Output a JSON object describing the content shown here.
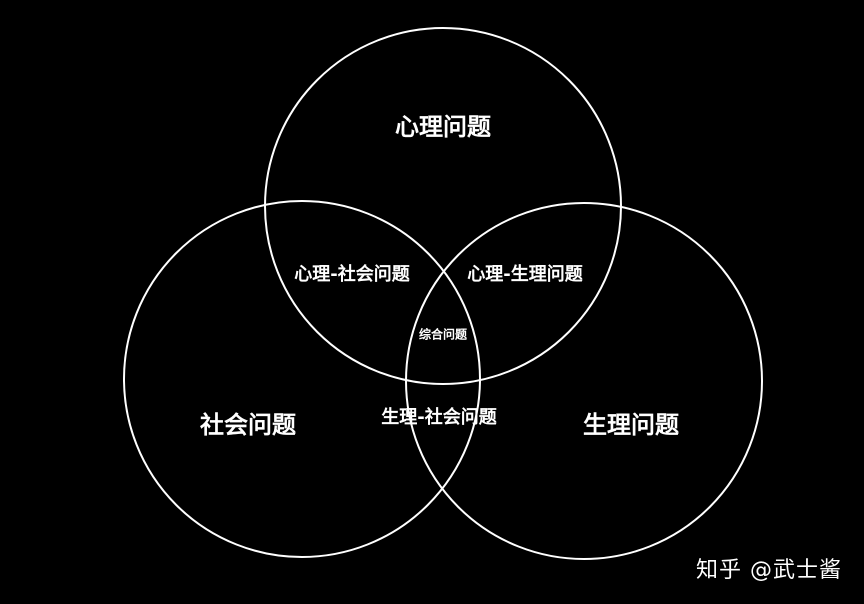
{
  "diagram": {
    "sets": {
      "psychological": "心理问题",
      "social": "社会问题",
      "physiological": "生理问题"
    },
    "overlaps": {
      "psych_social": "心理-社会问题",
      "psych_physio": "心理-生理问题",
      "physio_social": "生理-社会问题",
      "all": "综合问题"
    },
    "colors": {
      "background": "#000000",
      "stroke": "#ffffff",
      "text": "#ffffff"
    }
  },
  "watermark": {
    "text": "知乎 @武士酱"
  }
}
